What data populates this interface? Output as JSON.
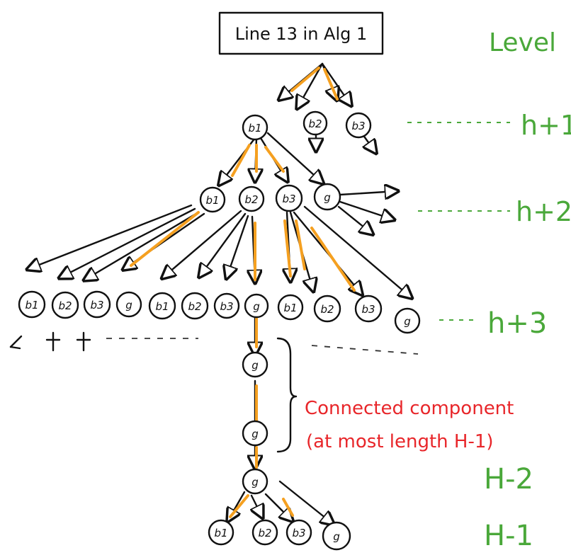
{
  "title": "Line 13 in Alg 1",
  "level_header": "Level",
  "levels": [
    "h+1",
    "h+2",
    "h+3",
    "H-2",
    "H-1"
  ],
  "annotation": {
    "line1": "Connected component",
    "line2": "(at most length H-1)"
  },
  "labels": {
    "b1": "b1",
    "b2": "b2",
    "b3": "b3",
    "g": "g"
  },
  "colors": {
    "ink": "#111111",
    "orange": "#f5a020",
    "green": "#4aa83a",
    "red": "#e8262a"
  }
}
